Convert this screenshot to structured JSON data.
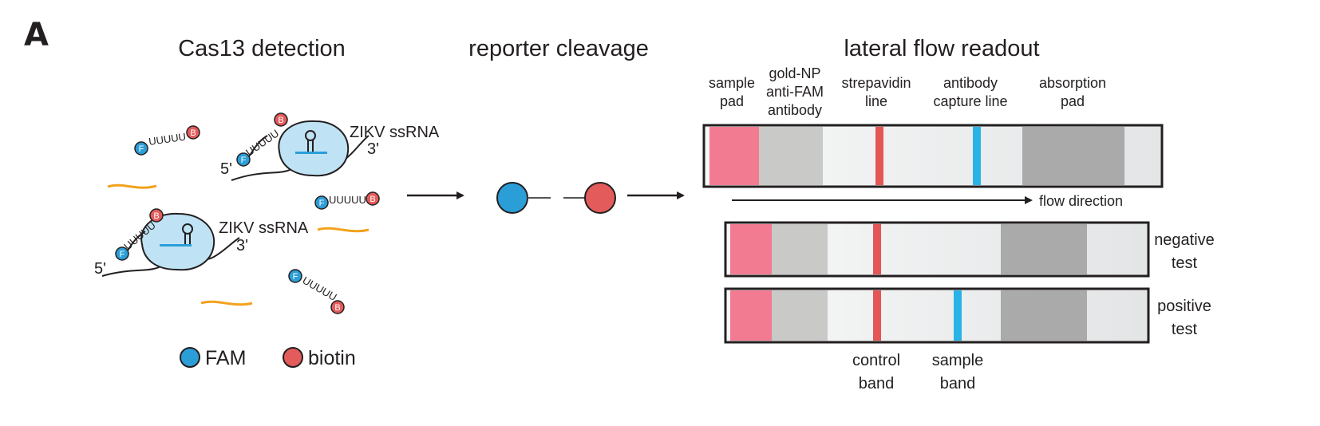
{
  "panel_label": "A",
  "titles": {
    "detection": "Cas13 detection",
    "cleavage": "reporter cleavage",
    "readout": "lateral flow readout"
  },
  "strip_labels": {
    "sample_pad": [
      "sample",
      "pad"
    ],
    "gold_np": [
      "gold-NP",
      "anti-FAM",
      "antibody"
    ],
    "strepavidin": [
      "strepavidin",
      "line"
    ],
    "antibody_capture": [
      "antibody",
      "capture line"
    ],
    "absorption_pad": [
      "absorption",
      "pad"
    ]
  },
  "flow_direction": "flow direction",
  "tests": {
    "negative": [
      "negative",
      "test"
    ],
    "positive": [
      "positive",
      "test"
    ]
  },
  "bands": {
    "control": [
      "control",
      "band"
    ],
    "sample": [
      "sample",
      "band"
    ]
  },
  "detection": {
    "rna_label": "ZIKV ssRNA",
    "five_prime": "5'",
    "three_prime": "3'",
    "reporter_linker": "UUUUU",
    "fam_letter": "F",
    "biotin_letter": "B"
  },
  "legend": {
    "fam": "FAM",
    "biotin": "biotin"
  },
  "colors": {
    "fam_blue": "#2b9ed8",
    "biotin_red": "#e45b5b",
    "cas13_fill": "#bfe3f4",
    "sample_pad_pink": "#f27b92",
    "gold_np_gray": "#c9c9c7",
    "absorption_gray": "#aaaaaa",
    "control_line_red": "#e45555",
    "sample_line_blue": "#29b3e6",
    "ssrna_orange": "#f2a21d"
  }
}
